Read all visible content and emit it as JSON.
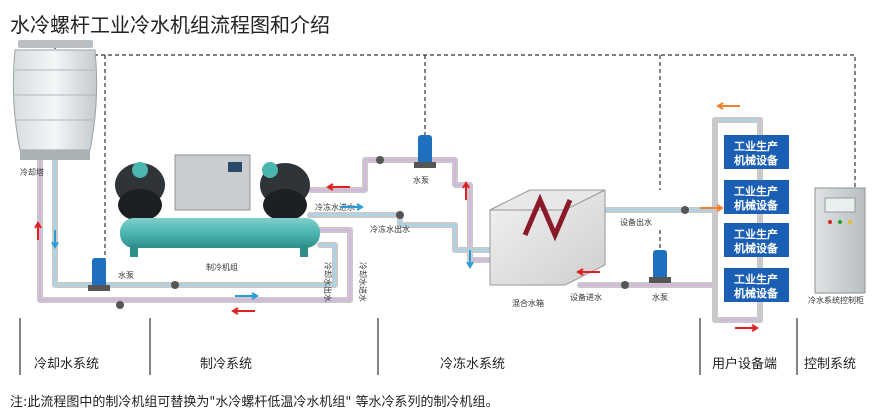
{
  "title": "水冷螺杆工业冷水机组流程图和介绍",
  "labels": {
    "cooling_tower": "冷却塔",
    "pump_cooling": "水泵",
    "chiller": "制冷机组",
    "cooling_water_in": "冷却水进水",
    "cooling_water_out": "冷却水出水",
    "chilled_water_in": "冷冻水进水",
    "chilled_water_out": "冷冻水出水",
    "pump_chilled": "水泵",
    "mixing_tank": "混合水箱",
    "equipment_outlet": "设备出水",
    "equipment_inlet": "设备进水",
    "pump_return": "水泵",
    "control_cabinet": "冷水系统控制柜"
  },
  "equipment": [
    "工业生产机械设备",
    "工业生产机械设备",
    "工业生产机械设备",
    "工业生产机械设备"
  ],
  "equipment_lines": [
    [
      "工业生产",
      "机械设备"
    ],
    [
      "工业生产",
      "机械设备"
    ],
    [
      "工业生产",
      "机械设备"
    ],
    [
      "工业生产",
      "机械设备"
    ]
  ],
  "sections": [
    "冷却水系统",
    "制冷系统",
    "冷冻水系统",
    "用户设备端",
    "控制系统"
  ],
  "note": "注:此流程图中的制冷机组可替换为\"水冷螺杆低温冷水机组\" 等水冷系列的制冷机组。",
  "colors": {
    "pipe": "#c9c9c9",
    "cold_pipe": "#c8a8d8",
    "arrow_red": "#e02020",
    "arrow_blue": "#2a9ad8",
    "arrow_orange": "#f08030",
    "equip_blue": "#1a5fb4",
    "pump_blue": "#1e6fc0",
    "chiller_teal": "#4bb5b0"
  }
}
